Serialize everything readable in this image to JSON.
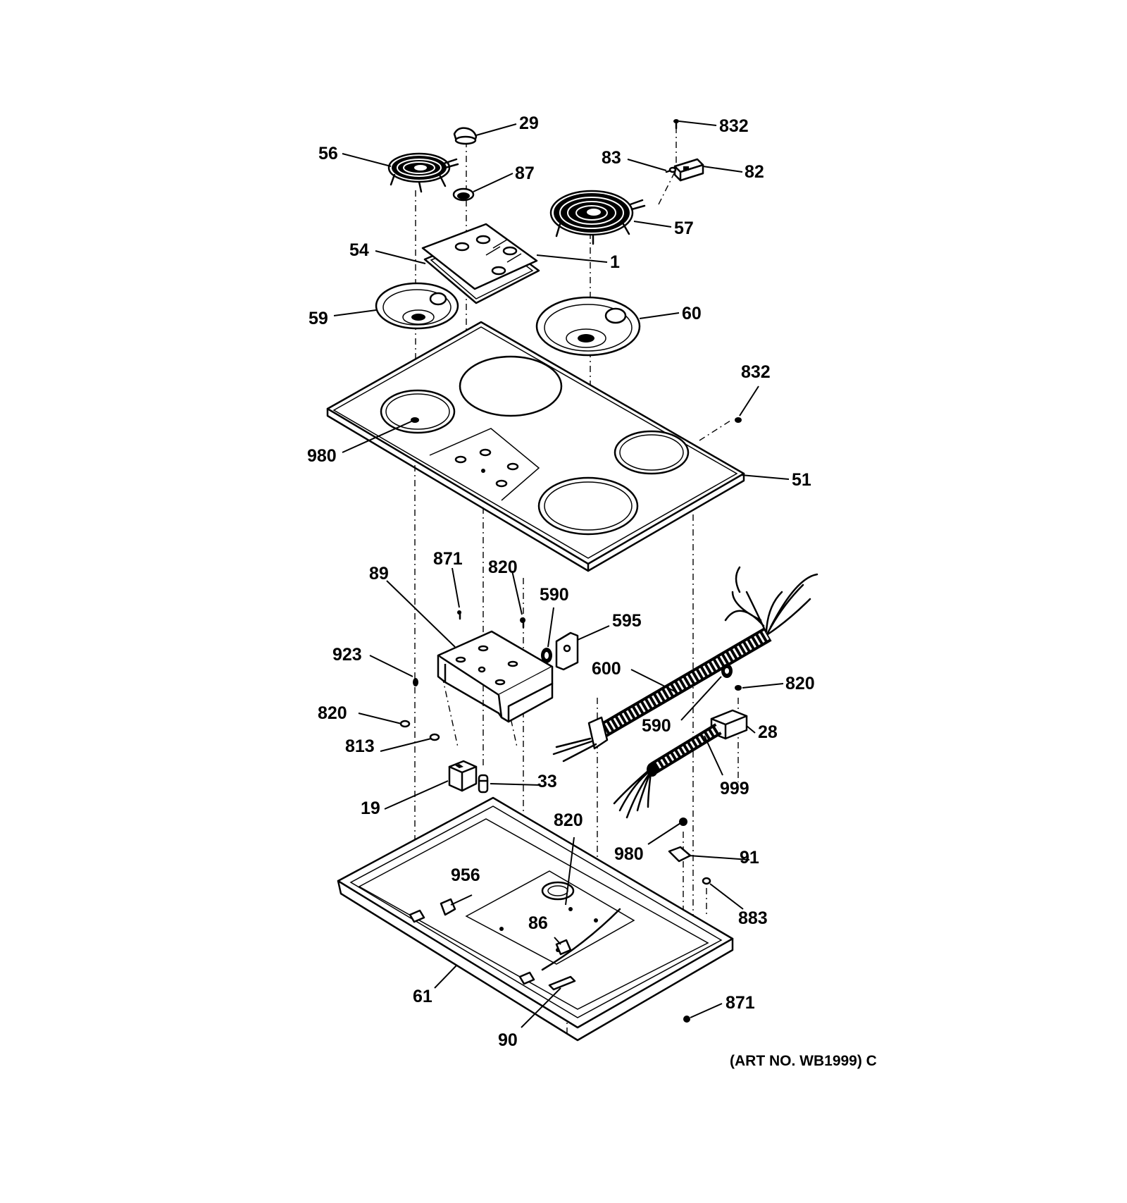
{
  "labels": {
    "l1": "1",
    "l19": "19",
    "l28": "28",
    "l29": "29",
    "l33": "33",
    "l51": "51",
    "l54": "54",
    "l56": "56",
    "l57": "57",
    "l59": "59",
    "l60": "60",
    "l61": "61",
    "l82": "82",
    "l83": "83",
    "l86": "86",
    "l87": "87",
    "l89": "89",
    "l90": "90",
    "l91": "91",
    "l590a": "590",
    "l590b": "590",
    "l595": "595",
    "l600": "600",
    "l813": "813",
    "l820a": "820",
    "l820b": "820",
    "l820c": "820",
    "l820d": "820",
    "l832a": "832",
    "l832b": "832",
    "l871a": "871",
    "l871b": "871",
    "l883": "883",
    "l923": "923",
    "l956": "956",
    "l980a": "980",
    "l980b": "980",
    "l999": "999"
  },
  "art_number": "(ART NO. WB1999) C"
}
